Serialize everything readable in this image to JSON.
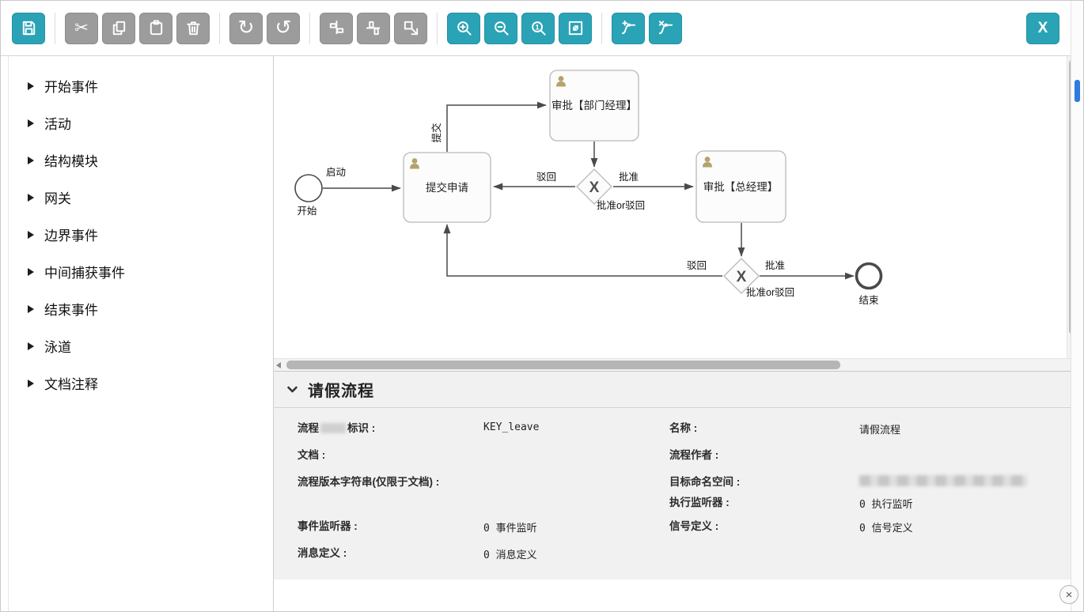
{
  "toolbar": {
    "buttons": [
      "save",
      "cut",
      "copy",
      "paste",
      "delete",
      "redo",
      "undo",
      "distribute-vertical",
      "distribute-horizontal",
      "same-size",
      "zoom-in",
      "zoom-out",
      "zoom-actual",
      "zoom-fit",
      "add-bendpoint",
      "remove-bendpoint",
      "close"
    ],
    "redo_glyph": "↻",
    "undo_glyph": "↺",
    "cut_glyph": "✂",
    "zoom_actual_glyph": "1",
    "close_label": "X"
  },
  "palette": {
    "items": [
      "开始事件",
      "活动",
      "结构模块",
      "网关",
      "边界事件",
      "中间捕获事件",
      "结束事件",
      "泳道",
      "文档注释"
    ]
  },
  "diagram": {
    "start_label": "开始",
    "start_edge_label": "启动",
    "submit_task": "提交申请",
    "dept_task": "审批【部门经理】",
    "gm_task": "审批【总经理】",
    "end_label": "结束",
    "resubmit_label": "提交",
    "gw1_symbol": "X",
    "gw1_caption": "批准or驳回",
    "gw1_reject": "驳回",
    "gw1_approve": "批准",
    "gw2_symbol": "X",
    "gw2_caption": "批准or驳回",
    "gw2_reject": "驳回",
    "gw2_approve": "批准"
  },
  "properties": {
    "title": "请假流程",
    "key_label_prefix": "流程",
    "key_label_suffix": "标识 :",
    "key_value": "KEY_leave",
    "name_label": "名称 :",
    "name_value": "请假流程",
    "doc_label": "文档 :",
    "author_label": "流程作者 :",
    "version_label": "流程版本字符串(仅限于文档) :",
    "namespace_label": "目标命名空间 :",
    "exec_listener_label": "执行监听器 :",
    "exec_listener_value": "0 执行监听",
    "event_listener_label": "事件监听器 :",
    "event_listener_value": "0 事件监听",
    "signal_label": "信号定义 :",
    "signal_value": "0 信号定义",
    "message_label": "消息定义 :",
    "message_value": "0 消息定义"
  },
  "page": {
    "close_symbol": "×"
  },
  "colors": {
    "accent_teal": "#2ba3b6",
    "disabled_gray": "#9c9c9c",
    "person_icon": "#b5a36b",
    "scroll_indicator_blue": "#2e7ce0"
  }
}
